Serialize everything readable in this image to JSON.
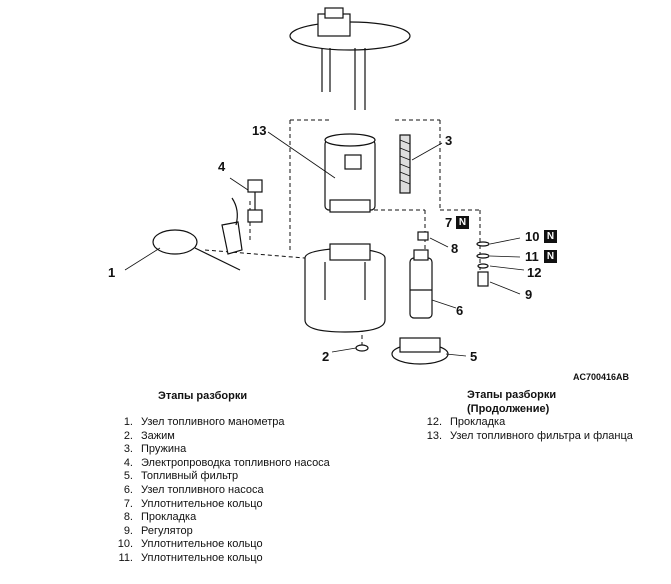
{
  "figure_code": "AC700416AB",
  "callouts": {
    "c1": "1",
    "c2": "2",
    "c3": "3",
    "c4": "4",
    "c5": "5",
    "c6": "6",
    "c7": "7",
    "c8": "8",
    "c9": "9",
    "c10": "10",
    "c11": "11",
    "c12": "12",
    "c13": "13"
  },
  "badge": "N",
  "steps_left": {
    "heading": "Этапы разборки",
    "items": [
      {
        "num": "1.",
        "text": "Узел топливного манометра"
      },
      {
        "num": "2.",
        "text": "Зажим"
      },
      {
        "num": "3.",
        "text": "Пружина"
      },
      {
        "num": "4.",
        "text": "Электропроводка топливного насоса"
      },
      {
        "num": "5.",
        "text": "Топливный фильтр"
      },
      {
        "num": "6.",
        "text": "Узел топливного насоса"
      },
      {
        "num": "7.",
        "text": "Уплотнительное кольцо"
      },
      {
        "num": "8.",
        "text": "Прокладка"
      },
      {
        "num": "9.",
        "text": "Регулятор"
      },
      {
        "num": "10.",
        "text": "Уплотнительное кольцо"
      },
      {
        "num": "11.",
        "text": "Уплотнительное кольцо"
      }
    ]
  },
  "steps_right": {
    "heading_line1": "Этапы разборки",
    "heading_line2": "(Продолжение)",
    "items": [
      {
        "num": "12.",
        "text": "Прокладка"
      },
      {
        "num": "13.",
        "text": "Узел топливного фильтра и фланца"
      }
    ]
  }
}
